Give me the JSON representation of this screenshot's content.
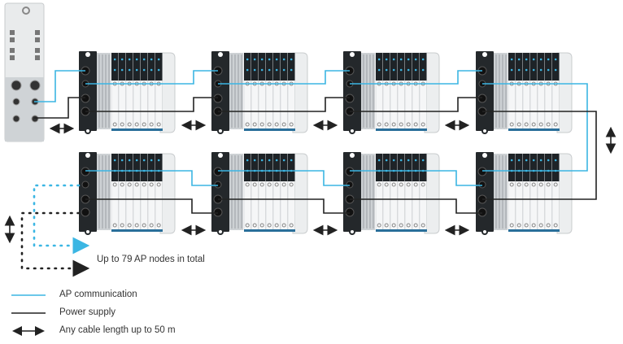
{
  "caption": "Up to 79 AP nodes in total",
  "legend": [
    {
      "label": "AP communication",
      "kind": "line",
      "color": "#3bb6e3"
    },
    {
      "label": "Power supply",
      "kind": "line",
      "color": "#222222"
    },
    {
      "label": "Any cable length up to 50 m",
      "kind": "double-arrow",
      "color": "#222222"
    }
  ],
  "brand_color": "#3bb6e3",
  "module_rows": 2,
  "modules_per_row": 4,
  "valve_slices_per_module": 7
}
